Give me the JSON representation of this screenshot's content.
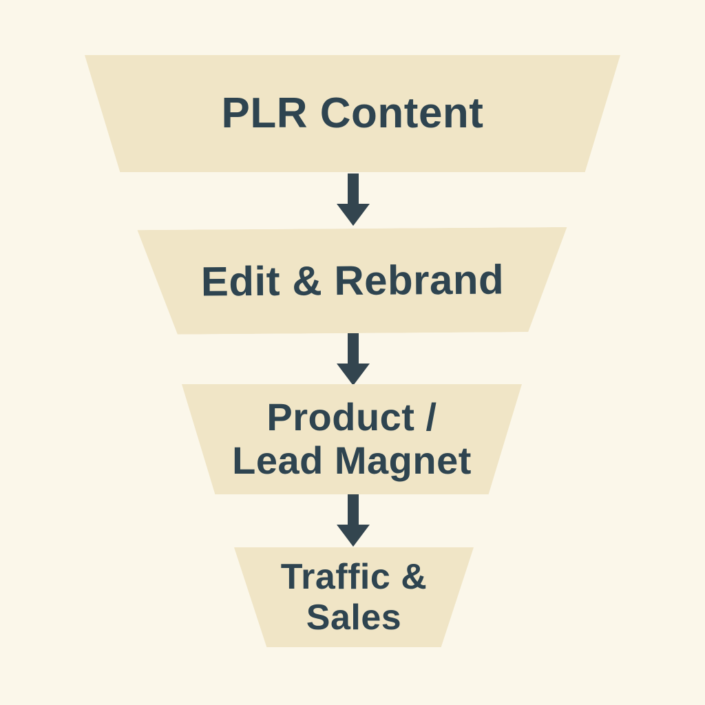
{
  "diagram": {
    "type": "funnel",
    "background_color": "#fbf7ea",
    "stage_fill_color": "#f0e5c6",
    "text_color": "#2e4450",
    "arrow_color": "#33454f",
    "stages": [
      {
        "id": "plr-content",
        "label": "PLR Content"
      },
      {
        "id": "edit-rebrand",
        "label": "Edit & Rebrand"
      },
      {
        "id": "product-lead-magnet",
        "label": "Product /\nLead Magnet"
      },
      {
        "id": "traffic-sales",
        "label": "Traffic &\nSales"
      }
    ],
    "connector": "down-arrow"
  }
}
